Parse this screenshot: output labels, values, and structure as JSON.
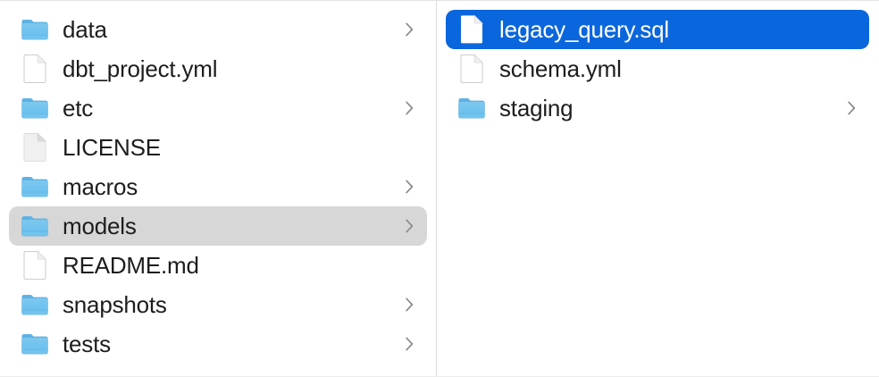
{
  "app": {
    "name": "Finder",
    "view_mode": "column",
    "background_color": "#ffffff",
    "divider_color": "#dcdcdc"
  },
  "colors": {
    "selection_blue": "#0a66dc",
    "selection_grey": "#d7d7d7",
    "label_text": "#1d1d1f",
    "label_text_selected": "#ffffff",
    "chevron": "#8a8a8e",
    "folder_top": "#7ec8ef",
    "folder_body": "#6fc3ef",
    "folder_tab": "#54a8dd",
    "document_fill": "#ffffff",
    "document_stroke": "#c6c6c6",
    "document_generic_fill": "#f0f0f0"
  },
  "columns": [
    {
      "name": "parent-directory-column",
      "items": [
        {
          "label": "data",
          "kind": "folder",
          "icon": "folder-icon",
          "has_chevron": true,
          "selected": false,
          "selection_style": "none"
        },
        {
          "label": "dbt_project.yml",
          "kind": "file",
          "icon": "document-icon",
          "has_chevron": false,
          "selected": false,
          "selection_style": "none"
        },
        {
          "label": "etc",
          "kind": "folder",
          "icon": "folder-icon",
          "has_chevron": true,
          "selected": false,
          "selection_style": "none"
        },
        {
          "label": "LICENSE",
          "kind": "file-generic",
          "icon": "generic-document-icon",
          "has_chevron": false,
          "selected": false,
          "selection_style": "none"
        },
        {
          "label": "macros",
          "kind": "folder",
          "icon": "folder-icon",
          "has_chevron": true,
          "selected": false,
          "selection_style": "none"
        },
        {
          "label": "models",
          "kind": "folder",
          "icon": "folder-icon",
          "has_chevron": true,
          "selected": true,
          "selection_style": "grey"
        },
        {
          "label": "README.md",
          "kind": "file",
          "icon": "document-icon",
          "has_chevron": false,
          "selected": false,
          "selection_style": "none"
        },
        {
          "label": "snapshots",
          "kind": "folder",
          "icon": "folder-icon",
          "has_chevron": true,
          "selected": false,
          "selection_style": "none"
        },
        {
          "label": "tests",
          "kind": "folder",
          "icon": "folder-icon",
          "has_chevron": true,
          "selected": false,
          "selection_style": "none"
        }
      ]
    },
    {
      "name": "models-directory-column",
      "items": [
        {
          "label": "legacy_query.sql",
          "kind": "file",
          "icon": "document-icon",
          "has_chevron": false,
          "selected": true,
          "selection_style": "blue"
        },
        {
          "label": "schema.yml",
          "kind": "file",
          "icon": "document-icon",
          "has_chevron": false,
          "selected": false,
          "selection_style": "none"
        },
        {
          "label": "staging",
          "kind": "folder",
          "icon": "folder-icon",
          "has_chevron": true,
          "selected": false,
          "selection_style": "none"
        }
      ]
    }
  ],
  "icons": {
    "chevron_right": "chevron-right-icon",
    "folder": "folder-icon",
    "document": "document-icon",
    "generic_document": "generic-document-icon"
  }
}
